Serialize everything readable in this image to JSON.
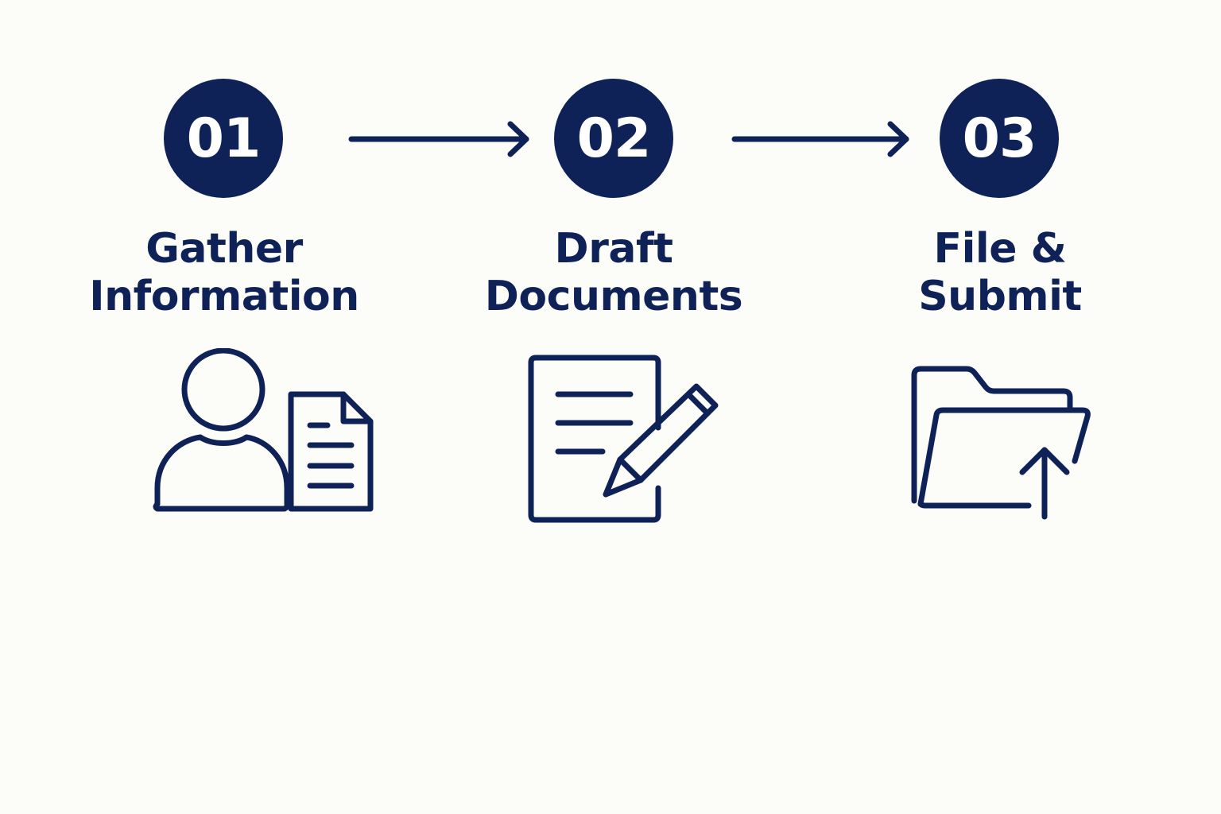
{
  "steps": [
    {
      "number": "01",
      "title_line1": "Gather",
      "title_line2": "Information",
      "icon": "person-with-document-icon"
    },
    {
      "number": "02",
      "title_line1": "Draft",
      "title_line2": "Documents",
      "icon": "document-with-pencil-icon"
    },
    {
      "number": "03",
      "title_line1": "File &",
      "title_line2": "Submit",
      "icon": "folder-upload-icon"
    }
  ],
  "colors": {
    "primary": "#0f2257",
    "background": "#fcfcf9",
    "badge_text": "#ffffff"
  }
}
